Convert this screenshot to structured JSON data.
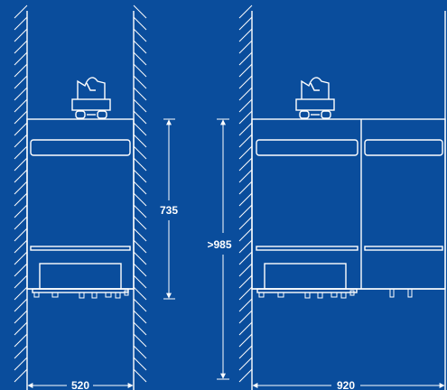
{
  "colors": {
    "background": "#0a4d9c",
    "line": "#ffffff"
  },
  "dimensions": {
    "cabinet_height": "735",
    "min_niche_height": ">985",
    "single_width": "520",
    "double_width": "920"
  }
}
